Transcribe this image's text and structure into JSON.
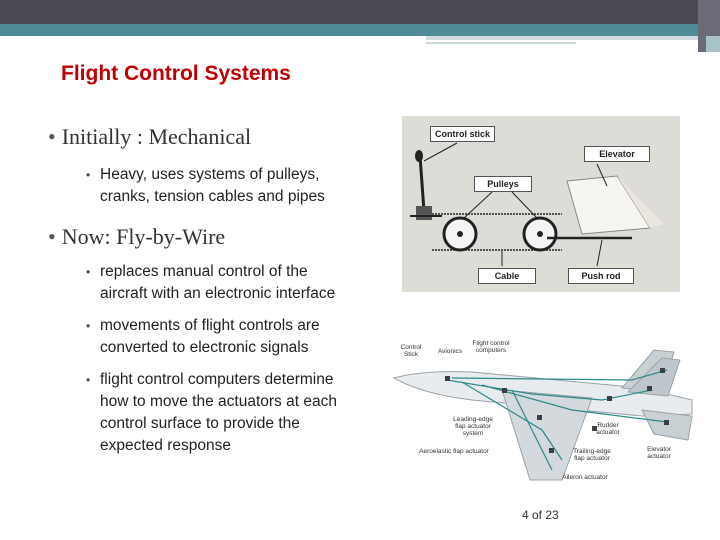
{
  "slide": {
    "title": "Flight Control Systems",
    "bullets": [
      {
        "text": "Initially : Mechanical",
        "sub": [
          {
            "line1": "Heavy, uses systems of pulleys,",
            "line2": "cranks, tension cables and pipes"
          }
        ]
      },
      {
        "text": "Now: Fly-by-Wire",
        "sub": [
          {
            "lines": [
              "replaces manual control of the",
              "aircraft with an electronic interface"
            ]
          },
          {
            "lines": [
              "movements of flight controls are",
              "converted to electronic signals"
            ]
          },
          {
            "lines": [
              "flight control computers determine",
              "how to move the actuators at each",
              "control surface to provide the",
              "expected response"
            ]
          }
        ]
      }
    ],
    "page_number": "4 of 23"
  },
  "mechanical_diagram": {
    "labels": {
      "control_stick": "Control stick",
      "elevator": "Elevator",
      "pulleys": "Pulleys",
      "cable": "Cable",
      "push_rod": "Push rod"
    }
  },
  "fbw_diagram": {
    "labels": {
      "control_stick": "Control Stick",
      "avionics": "Avionics",
      "flight_control_computers": "Flight control computers",
      "leading_edge": "Leading-edge flap actuator system",
      "rudder": "Rudder actuator",
      "aeroelastic": "Aeroelastic flap actuator",
      "trailing_edge": "Trailing-edge flap actuator",
      "elevator": "Elevator actuator",
      "aileron": "Aileron actuator"
    }
  },
  "colors": {
    "title": "#c00000",
    "top_bar": "#4a4a55",
    "accent_teal": "#4f8b96"
  }
}
